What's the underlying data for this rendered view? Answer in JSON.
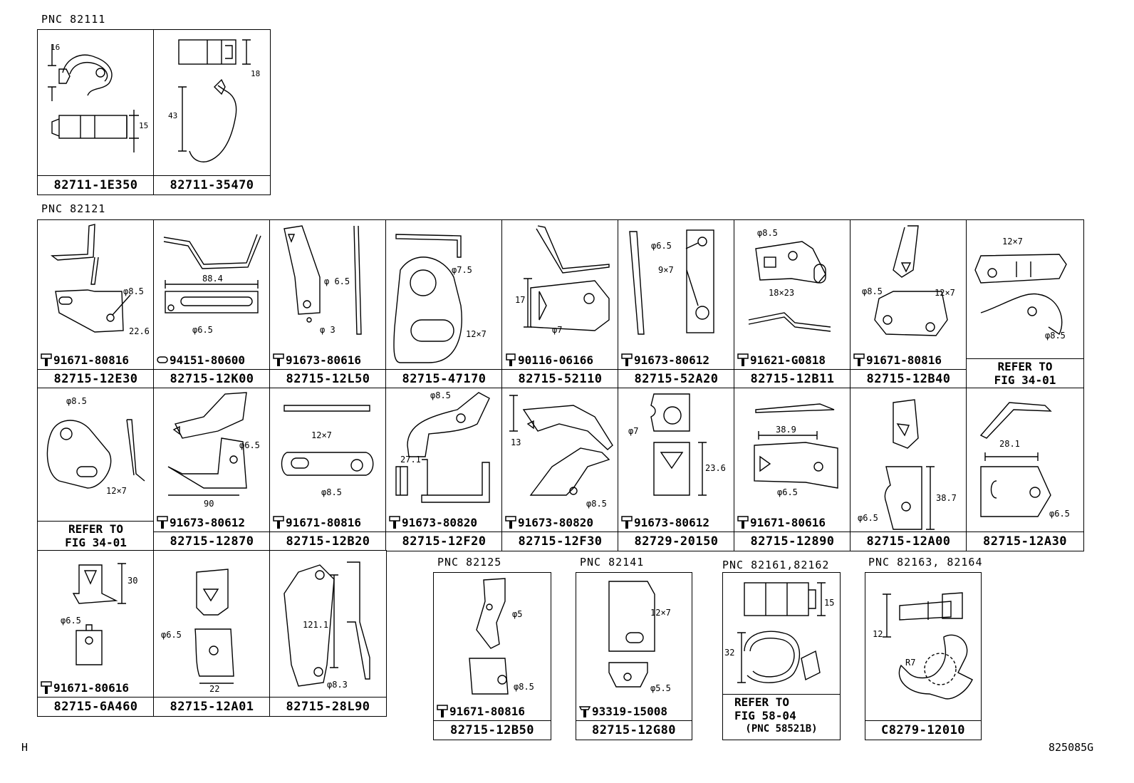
{
  "sections": {
    "pnc_82111": "PNC 82111",
    "pnc_82121": "PNC 82121",
    "pnc_82125": "PNC 82125",
    "pnc_82141": "PNC 82141",
    "pnc_82161": "PNC 82161,82162",
    "pnc_82163": "PNC 82163, 82164"
  },
  "cells": [
    {
      "part": "82711-1E350",
      "dims": [
        "16",
        "15"
      ]
    },
    {
      "part": "82711-35470",
      "dims": [
        "18",
        "43"
      ]
    },
    {
      "part": "82715-12E30",
      "bolt": "91671-80816",
      "dims": [
        "φ8.5",
        "22.6"
      ]
    },
    {
      "part": "82715-12K00",
      "bolt": "94151-80600",
      "dims": [
        "88.4",
        "φ6.5"
      ]
    },
    {
      "part": "82715-12L50",
      "bolt": "91673-80616",
      "dims": [
        "φ 6.5",
        "φ 3"
      ]
    },
    {
      "part": "82715-47170",
      "dims": [
        "φ7.5",
        "12×7"
      ]
    },
    {
      "part": "82715-52110",
      "bolt": "90116-06166",
      "dims": [
        "17",
        "φ7"
      ]
    },
    {
      "part": "82715-52A20",
      "bolt": "91673-80612",
      "dims": [
        "φ6.5",
        "9×7"
      ]
    },
    {
      "part": "82715-12B11",
      "bolt": "91621-G0818",
      "dims": [
        "φ8.5",
        "18×23"
      ]
    },
    {
      "part": "82715-12B40",
      "bolt": "91671-80816",
      "dims": [
        "φ8.5",
        "12×7"
      ]
    },
    {
      "refer": [
        "REFER TO",
        "FIG 34-01"
      ],
      "dims": [
        "12×7",
        "φ8.5"
      ]
    },
    {
      "refer": [
        "REFER TO",
        "FIG 34-01"
      ],
      "dims": [
        "φ8.5",
        "12×7"
      ]
    },
    {
      "part": "82715-12870",
      "bolt": "91673-80612",
      "dims": [
        "φ6.5",
        "90"
      ]
    },
    {
      "part": "82715-12B20",
      "bolt": "91671-80816",
      "dims": [
        "12×7",
        "φ8.5"
      ]
    },
    {
      "part": "82715-12F20",
      "bolt": "91673-80820",
      "dims": [
        "φ8.5",
        "27.1"
      ]
    },
    {
      "part": "82715-12F30",
      "bolt": "91673-80820",
      "dims": [
        "13",
        "φ8.5"
      ]
    },
    {
      "part": "82729-20150",
      "bolt": "91673-80612",
      "dims": [
        "φ7",
        "23.6"
      ]
    },
    {
      "part": "82715-12890",
      "bolt": "91671-80616",
      "dims": [
        "38.9",
        "φ6.5"
      ]
    },
    {
      "part": "82715-12A00",
      "dims": [
        "38.7",
        "φ6.5"
      ]
    },
    {
      "part": "82715-12A30",
      "dims": [
        "28.1",
        "φ6.5"
      ]
    },
    {
      "part": "82715-6A460",
      "bolt": "91671-80616",
      "dims": [
        "30",
        "φ6.5"
      ]
    },
    {
      "part": "82715-12A01",
      "dims": [
        "φ6.5",
        "22"
      ]
    },
    {
      "part": "82715-28L90",
      "dims": [
        "121.1",
        "φ8.3"
      ]
    },
    {
      "part": "82715-12B50",
      "bolt": "91671-80816",
      "dims": [
        "φ5",
        "φ8.5"
      ]
    },
    {
      "part": "82715-12G80",
      "bolt": "93319-15008",
      "dims": [
        "12×7",
        "φ5.5"
      ]
    },
    {
      "refer": [
        "REFER TO",
        "FIG 58-04",
        "(PNC 58521B)"
      ],
      "dims": [
        "15",
        "32"
      ]
    },
    {
      "part": "C8279-12010",
      "dims": [
        "12",
        "R7"
      ]
    }
  ],
  "corner_left": "H",
  "corner_right": "825085G"
}
